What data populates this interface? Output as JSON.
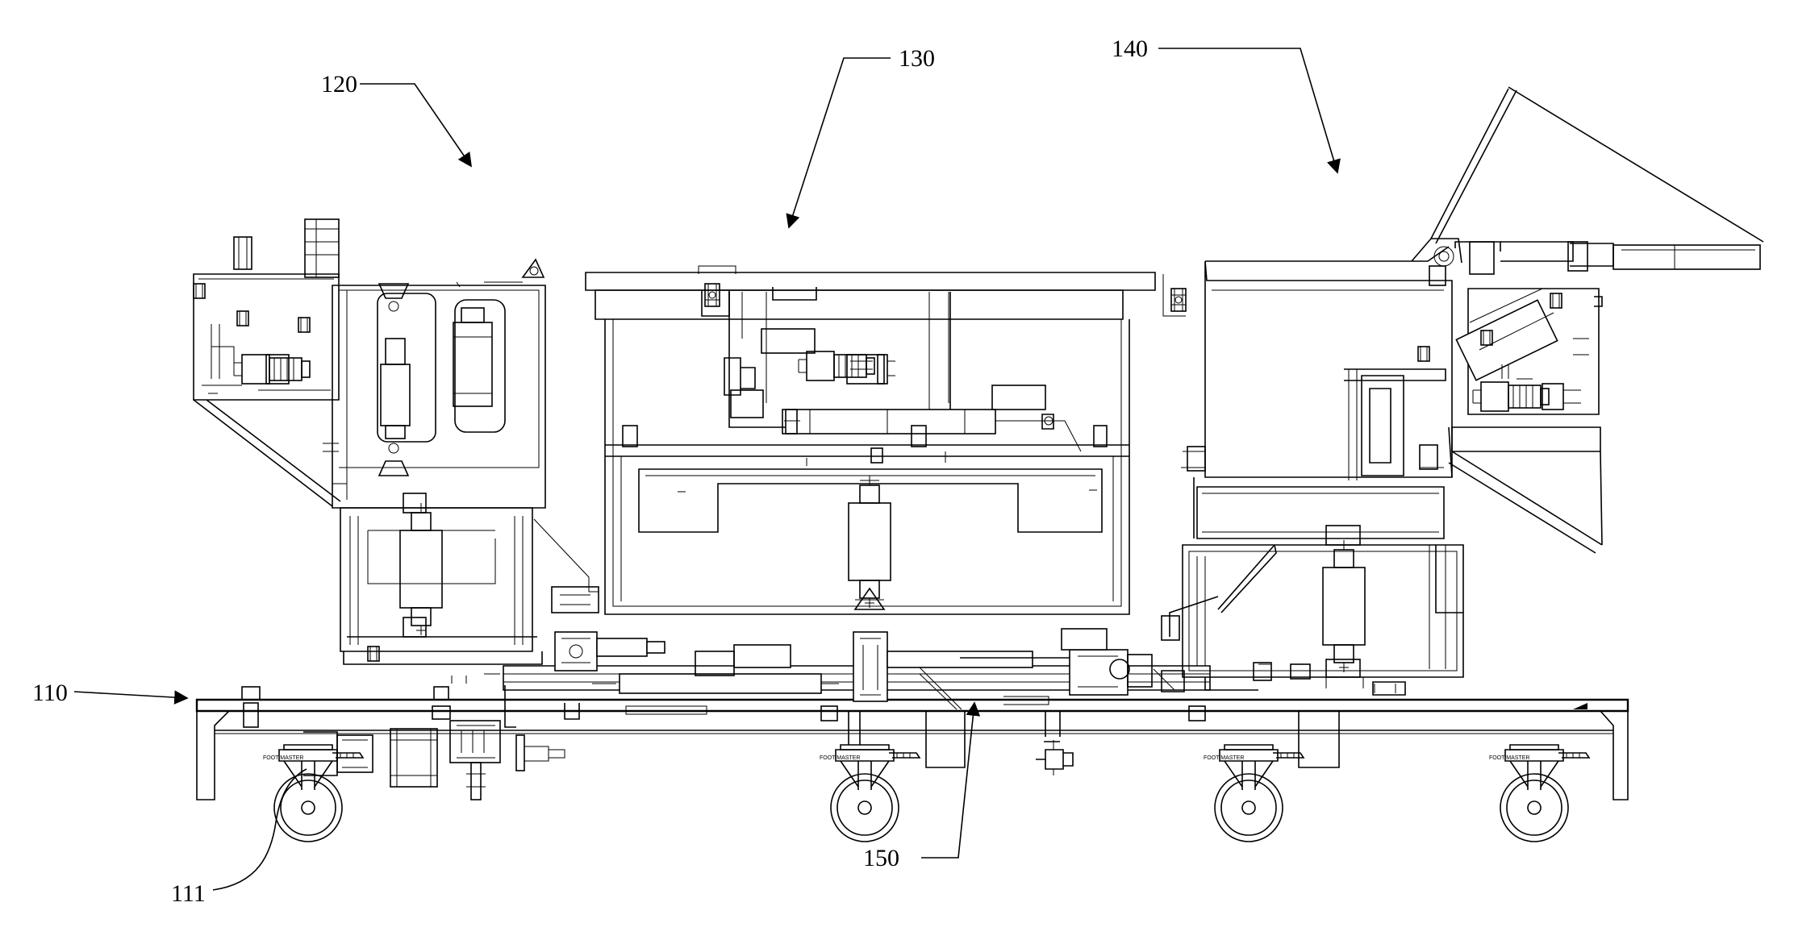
{
  "figure": {
    "reference_numerals": {
      "r110": "110",
      "r111": "111",
      "r120": "120",
      "r130": "130",
      "r140": "140",
      "r150": "150"
    },
    "caster_brand": "FOOT MASTER"
  }
}
